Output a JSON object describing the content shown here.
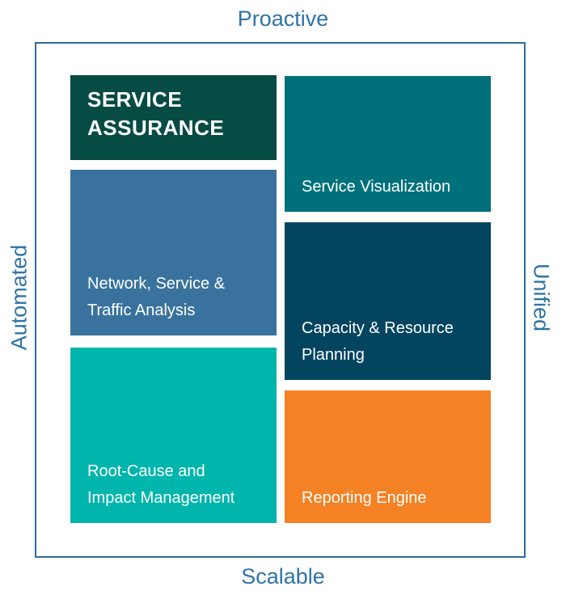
{
  "axes": {
    "top": "Proactive",
    "bottom": "Scalable",
    "left": "Automated",
    "right": "Unified",
    "label_color": "#2E74A4",
    "border_color": "#2E6D98"
  },
  "boxes": [
    {
      "id": "service-assurance",
      "label": "SERVICE\nASSURANCE",
      "color": "#064B44",
      "text_color": "#FFFFFF",
      "emphasis": true
    },
    {
      "id": "network-service-traffic-analysis",
      "label": "Network, Service &\nTraffic Analysis",
      "color": "#39739D",
      "text_color": "#FFFFFF"
    },
    {
      "id": "root-cause-impact-management",
      "label": "Root-Cause and\nImpact Management",
      "color": "#00B5AB",
      "text_color": "#FFFFFF"
    },
    {
      "id": "service-visualization",
      "label": "Service Visualization",
      "color": "#00707A",
      "text_color": "#FFFFFF"
    },
    {
      "id": "capacity-resource-planning",
      "label": "Capacity & Resource\nPlanning",
      "color": "#03455F",
      "text_color": "#FFFFFF"
    },
    {
      "id": "reporting-engine",
      "label": "Reporting Engine",
      "color": "#F48124",
      "text_color": "#FFFFFF"
    }
  ]
}
